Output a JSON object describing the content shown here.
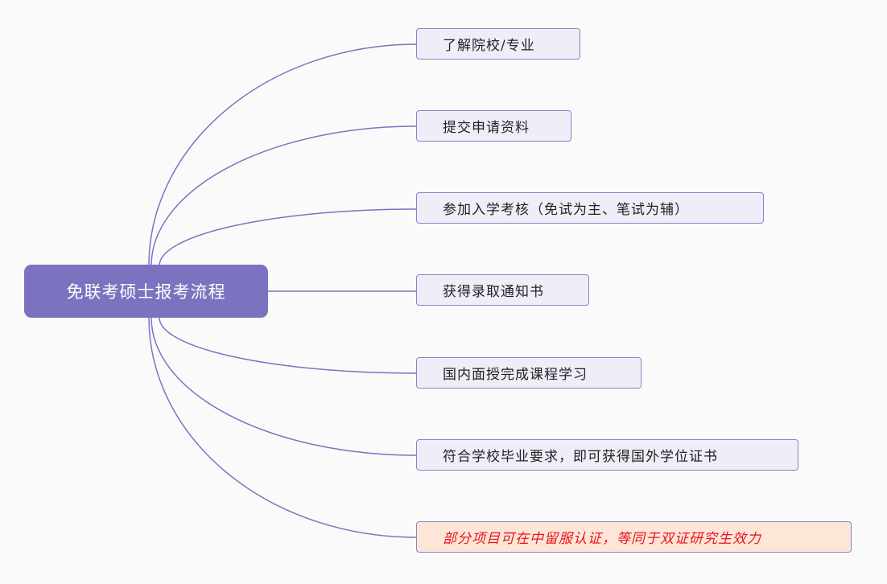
{
  "root": {
    "label": "免联考硕士报考流程"
  },
  "steps": [
    {
      "label": "了解院校/专业"
    },
    {
      "label": "提交申请资料"
    },
    {
      "label": "参加入学考核（免试为主、笔试为辅）"
    },
    {
      "label": "获得录取通知书"
    },
    {
      "label": "国内面授完成课程学习"
    },
    {
      "label": "符合学校毕业要求，即可获得国外学位证书"
    },
    {
      "label": "部分项目可在中留服认证，等同于双证研究生效力"
    }
  ],
  "colors": {
    "root": "#7c73c0",
    "line": "#7c73c0",
    "note_text": "#e8141e",
    "note_bg": "#fde6d8"
  }
}
